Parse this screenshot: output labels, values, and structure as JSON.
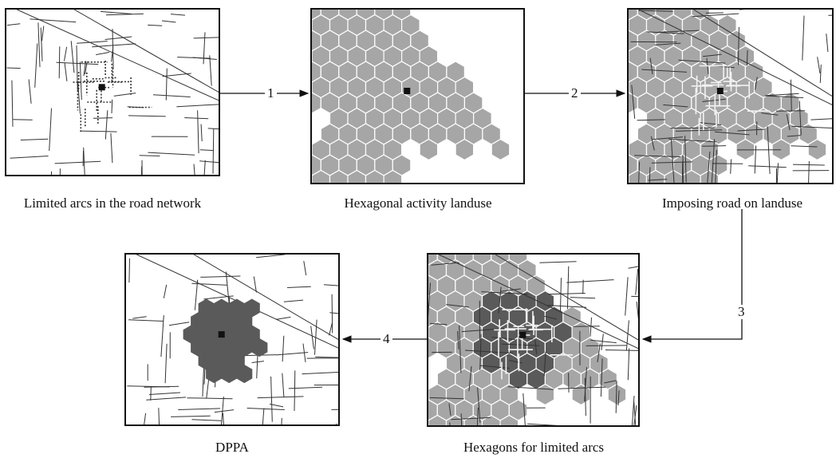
{
  "panels": [
    {
      "id": "p1",
      "caption": "Limited arcs in the road network",
      "fill": "none"
    },
    {
      "id": "p2",
      "caption": "Hexagonal activity landuse",
      "fill": "hex"
    },
    {
      "id": "p3",
      "caption": "Imposing road on landuse",
      "fill": "hex-roads"
    },
    {
      "id": "p4",
      "caption": "Hexagons for limited arcs",
      "fill": "hex-selected"
    },
    {
      "id": "p5",
      "caption": "DPPA",
      "fill": "dppa"
    }
  ],
  "steps": [
    {
      "label": "1",
      "from": "p1",
      "to": "p2"
    },
    {
      "label": "2",
      "from": "p2",
      "to": "p3"
    },
    {
      "label": "3",
      "from": "p3",
      "to": "p4"
    },
    {
      "label": "4",
      "from": "p4",
      "to": "p5"
    }
  ],
  "colors": {
    "hexagon_fill": "#a6a6a6",
    "hexagon_stroke": "#ffffff",
    "road": "#333333",
    "road_highlight": "#f2f2f2",
    "selected_area": "#5a5a5a",
    "center_point": "#111111"
  }
}
